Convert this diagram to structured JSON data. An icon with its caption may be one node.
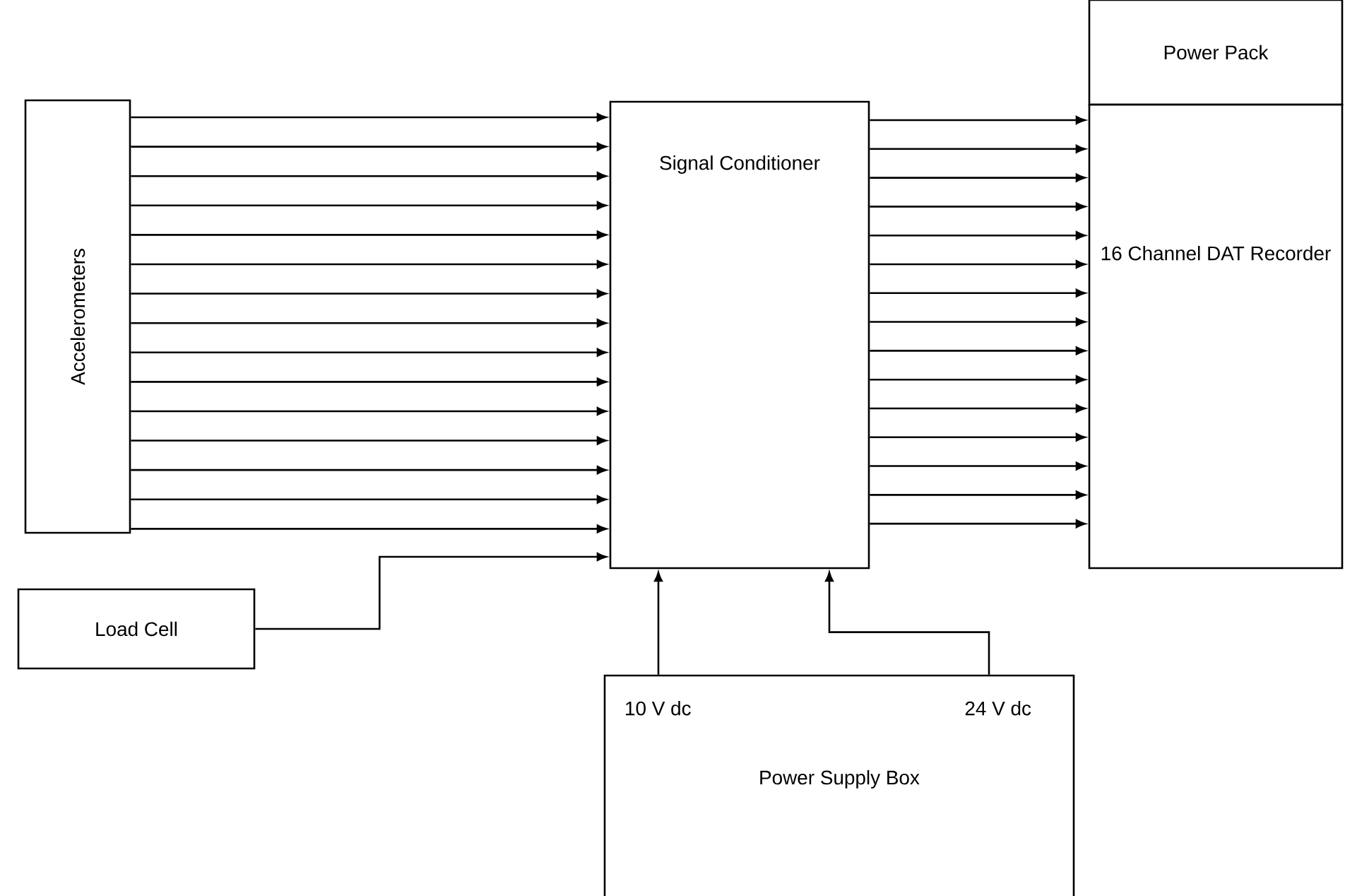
{
  "diagram": {
    "nodes": [
      {
        "text": [
          "Accelerometers"
        ]
      },
      {
        "text": [
          "Signal Conditioner"
        ]
      },
      {
        "text": [
          "Power Pack"
        ]
      },
      {
        "text": [
          "16 Channel DAT Recorder"
        ]
      },
      {
        "text": [
          "Load Cell"
        ]
      },
      {
        "text": [
          "10 V dc",
          "24 V dc",
          "Power Supply Box"
        ]
      }
    ],
    "edges": [
      {
        "from": 0,
        "to": 1,
        "arrow": "to"
      },
      {
        "from": 0,
        "to": 1,
        "arrow": "to"
      },
      {
        "from": 0,
        "to": 1,
        "arrow": "to"
      },
      {
        "from": 0,
        "to": 1,
        "arrow": "to"
      },
      {
        "from": 0,
        "to": 1,
        "arrow": "to"
      },
      {
        "from": 0,
        "to": 1,
        "arrow": "to"
      },
      {
        "from": 0,
        "to": 1,
        "arrow": "to"
      },
      {
        "from": 0,
        "to": 1,
        "arrow": "to"
      },
      {
        "from": 0,
        "to": 1,
        "arrow": "to"
      },
      {
        "from": 0,
        "to": 1,
        "arrow": "to"
      },
      {
        "from": 0,
        "to": 1,
        "arrow": "to"
      },
      {
        "from": 0,
        "to": 1,
        "arrow": "to"
      },
      {
        "from": 0,
        "to": 1,
        "arrow": "to"
      },
      {
        "from": 0,
        "to": 1,
        "arrow": "to"
      },
      {
        "from": 0,
        "to": 1,
        "arrow": "to"
      },
      {
        "from": 4,
        "to": 1,
        "arrow": "to"
      },
      {
        "from": 1,
        "to": 3,
        "arrow": "to"
      },
      {
        "from": 1,
        "to": 3,
        "arrow": "to"
      },
      {
        "from": 1,
        "to": 3,
        "arrow": "to"
      },
      {
        "from": 1,
        "to": 3,
        "arrow": "to"
      },
      {
        "from": 1,
        "to": 3,
        "arrow": "to"
      },
      {
        "from": 1,
        "to": 3,
        "arrow": "to"
      },
      {
        "from": 1,
        "to": 3,
        "arrow": "to"
      },
      {
        "from": 1,
        "to": 3,
        "arrow": "to"
      },
      {
        "from": 1,
        "to": 3,
        "arrow": "to"
      },
      {
        "from": 1,
        "to": 3,
        "arrow": "to"
      },
      {
        "from": 1,
        "to": 3,
        "arrow": "to"
      },
      {
        "from": 1,
        "to": 3,
        "arrow": "to"
      },
      {
        "from": 1,
        "to": 3,
        "arrow": "to"
      },
      {
        "from": 1,
        "to": 3,
        "arrow": "to"
      },
      {
        "from": 1,
        "to": 3,
        "arrow": "to"
      },
      {
        "from": 5,
        "to": 1,
        "arrow": "to"
      },
      {
        "from": 5,
        "to": 1,
        "arrow": "to"
      }
    ]
  }
}
